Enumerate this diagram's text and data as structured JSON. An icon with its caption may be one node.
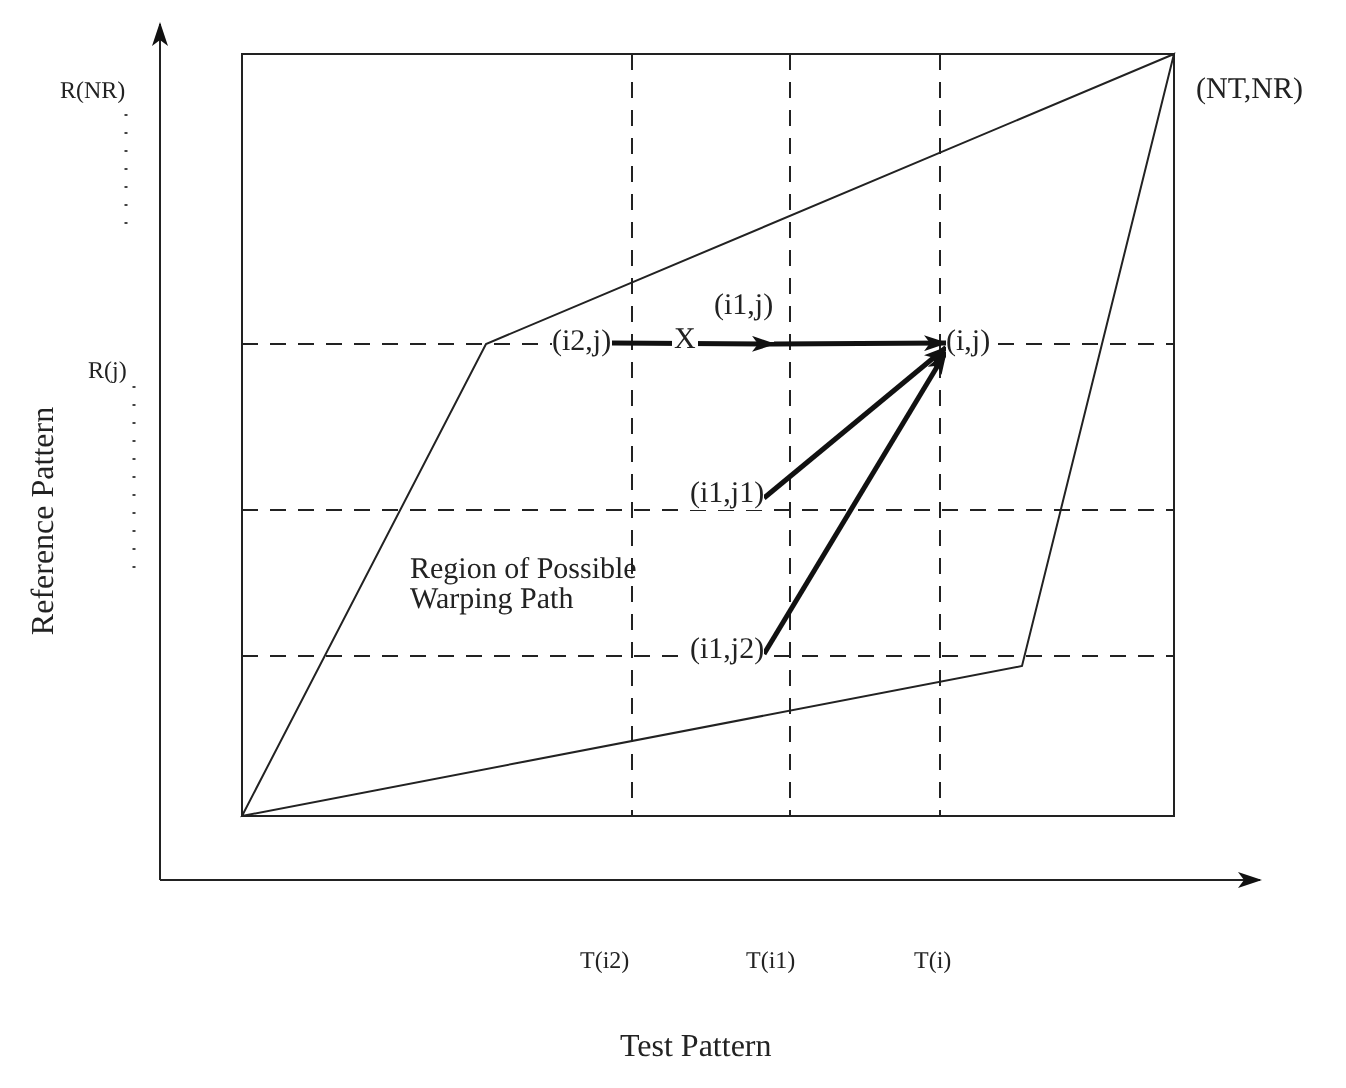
{
  "diagram": {
    "nodes": [
      {
        "text": [
          "(i2,j)"
        ]
      },
      {
        "text": [
          "(i1,j)"
        ]
      },
      {
        "text": [
          "(i,j)"
        ]
      },
      {
        "text": [
          "(i1,j1)"
        ]
      },
      {
        "text": [
          "(i1,j2)"
        ]
      }
    ],
    "edges": [
      {
        "from": 0,
        "to": 1,
        "arrow": "to",
        "label": "X"
      },
      {
        "from": 1,
        "to": 2,
        "arrow": "to"
      },
      {
        "from": 3,
        "to": 2,
        "arrow": "to"
      },
      {
        "from": 4,
        "to": 2,
        "arrow": "to"
      }
    ],
    "labels": [
      "R(NR)",
      "(NT,NR)",
      "R(j)",
      "Region of Possible Warping Path",
      "Reference Pattern",
      "T(i2)",
      "T(i1)",
      "T(i)",
      "Test Pattern"
    ]
  }
}
